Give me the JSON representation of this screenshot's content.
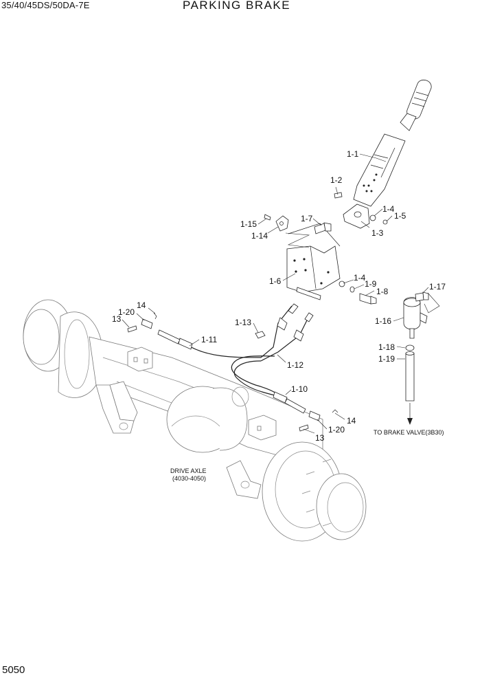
{
  "header": {
    "model": "35/40/45DS/50DA-7E",
    "title": "PARKING BRAKE"
  },
  "page_number": "5050",
  "callouts": {
    "c1_1": "1-1",
    "c1_2": "1-2",
    "c1_3": "1-3",
    "c1_4a": "1-4",
    "c1_4b": "1-4",
    "c1_5": "1-5",
    "c1_6": "1-6",
    "c1_7": "1-7",
    "c1_8": "1-8",
    "c1_9": "1-9",
    "c1_10": "1-10",
    "c1_11": "1-11",
    "c1_12": "1-12",
    "c1_13": "1-13",
    "c1_14": "1-14",
    "c1_15": "1-15",
    "c1_16": "1-16",
    "c1_17": "1-17",
    "c1_18": "1-18",
    "c1_19": "1-19",
    "c1_20a": "1-20",
    "c1_20b": "1-20",
    "c13a": "13",
    "c13b": "13",
    "c14a": "14",
    "c14b": "14"
  },
  "notes": {
    "drive_axle_line1": "DRIVE AXLE",
    "drive_axle_line2": "(4030-4050)",
    "brake_valve": "TO BRAKE VALVE(3B30)"
  }
}
